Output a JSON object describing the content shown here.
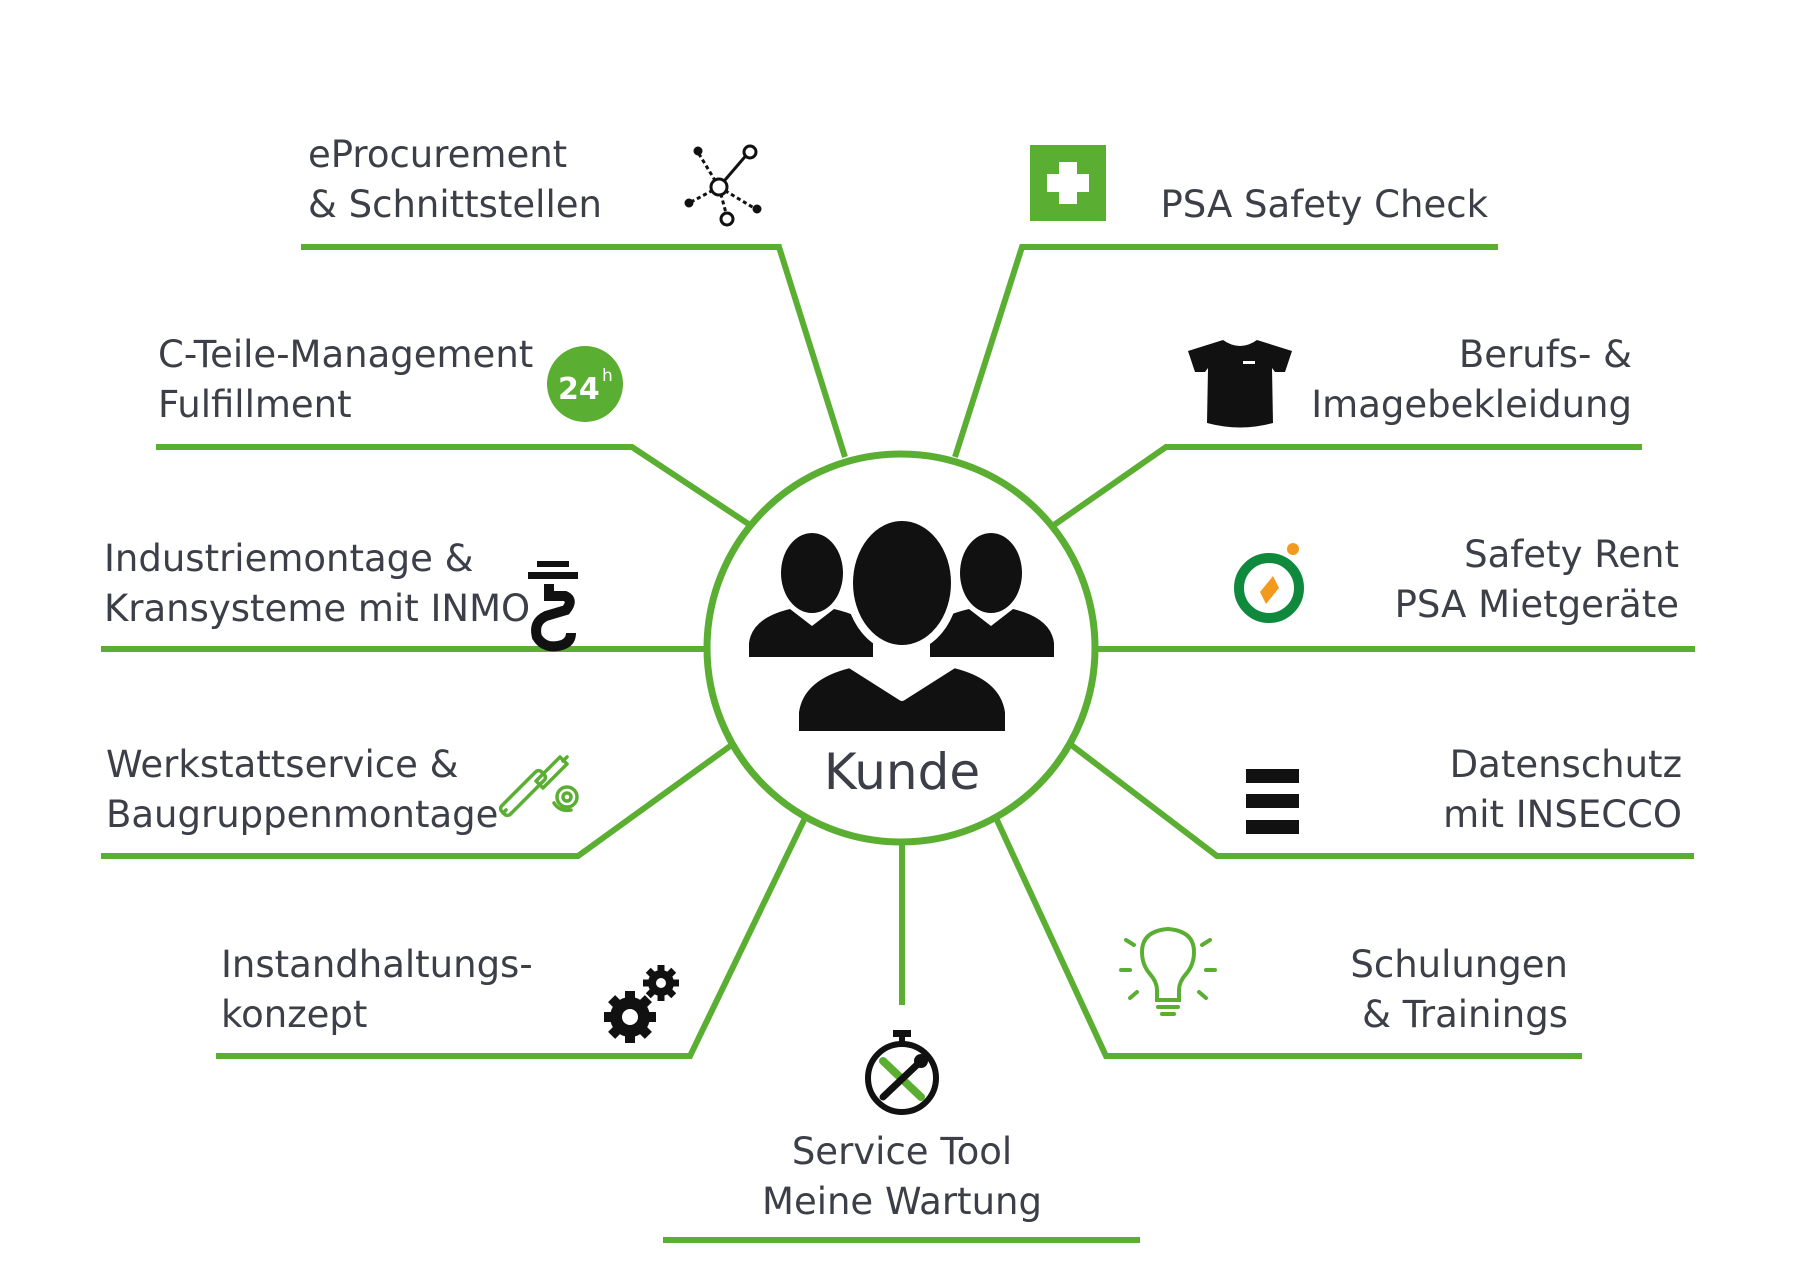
{
  "center": {
    "label": "Kunde",
    "icon": "customer-group-icon"
  },
  "colors": {
    "accent": "#5aae32",
    "text": "#3c3f47",
    "icon": "#111111",
    "orange": "#f39a1e",
    "green_dark": "#0f8a3c"
  },
  "services": {
    "eprocurement": {
      "lines": [
        "eProcurement",
        "& Schnittstellen"
      ],
      "icon": "network-nodes-icon"
    },
    "c_teile": {
      "lines": [
        "C-Teile-Management",
        "Fulfillment"
      ],
      "icon": "24h-badge-icon",
      "badge_text": "24",
      "badge_sup": "h"
    },
    "industriemontage": {
      "lines": [
        "Industriemontage &",
        "Kransysteme mit INMO"
      ],
      "icon": "crane-hook-icon"
    },
    "werkstatt": {
      "lines": [
        "Werkstattservice &",
        "Baugruppenmontage"
      ],
      "icon": "screwdriver-icon"
    },
    "instandhaltung": {
      "lines": [
        "Instandhaltungs-",
        "konzept"
      ],
      "icon": "gears-icon"
    },
    "service_tool": {
      "lines": [
        "Service Tool",
        "Meine Wartung"
      ],
      "icon": "stopwatch-tools-icon"
    },
    "psa_check": {
      "lines": [
        "PSA Safety Check"
      ],
      "icon": "first-aid-cross-icon"
    },
    "berufskleidung": {
      "lines": [
        "Berufs- &",
        "Imagebekleidung"
      ],
      "icon": "tshirt-icon"
    },
    "safety_rent": {
      "lines": [
        "Safety Rent",
        "PSA Mietgeräte"
      ],
      "icon": "safety-rent-logo-icon"
    },
    "datenschutz": {
      "lines": [
        "Datenschutz",
        "mit INSECCO"
      ],
      "icon": "insecco-logo-icon"
    },
    "schulungen": {
      "lines": [
        "Schulungen",
        "& Trainings"
      ],
      "icon": "lightbulb-icon"
    }
  }
}
